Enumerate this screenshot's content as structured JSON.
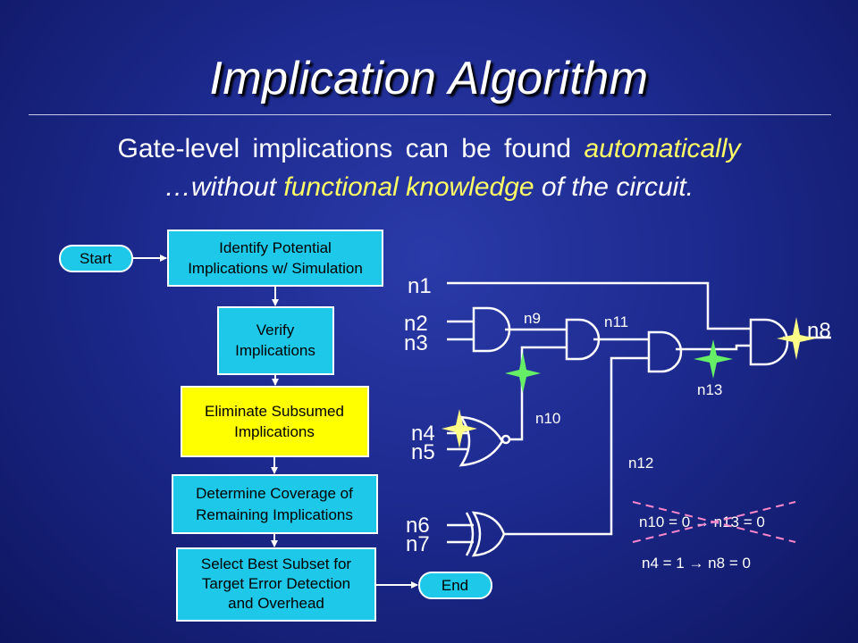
{
  "title": "Implication Algorithm",
  "subtitle": {
    "line1_part1": "Gate-level implications can be found ",
    "line1_highlight": "automatically",
    "line2_part1": "…without ",
    "line2_highlight": "functional knowledge",
    "line2_part2": " of the circuit."
  },
  "flowchart": {
    "start": "Start",
    "end": "End",
    "steps": [
      [
        "Identify Potential",
        "Implications w/ Simulation"
      ],
      [
        "Verify",
        "Implications"
      ],
      [
        "Eliminate Subsumed",
        "Implications"
      ],
      [
        "Determine Coverage of",
        "Remaining Implications"
      ],
      [
        "Select Best Subset for",
        "Target Error Detection",
        "and Overhead"
      ]
    ]
  },
  "circuit": {
    "nets": {
      "n1": "n1",
      "n2": "n2",
      "n3": "n3",
      "n4": "n4",
      "n5": "n5",
      "n6": "n6",
      "n7": "n7",
      "n8": "n8",
      "n9": "n9",
      "n10": "n10",
      "n11": "n11",
      "n12": "n12",
      "n13": "n13"
    },
    "implication_crossed": "n10 = 0 → n13 = 0",
    "implication_kept": "n4 = 1 → n8 = 0"
  },
  "colors": {
    "step_cyan": "#1ec8e8",
    "step_yellow": "#ffff00",
    "highlight_text": "#ffff66",
    "wire": "#ffffff",
    "cross": "#ff88cc",
    "star_green": "#66ee66",
    "star_yellow": "#ffff88"
  }
}
